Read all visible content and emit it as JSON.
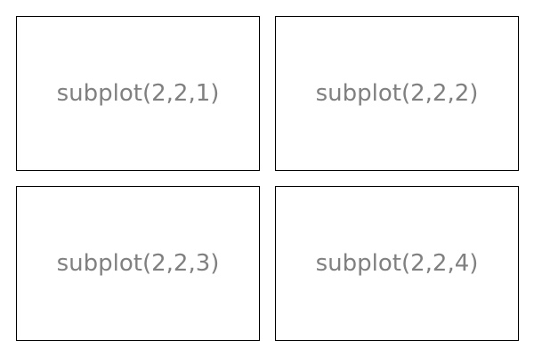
{
  "figure": {
    "background": "#ffffff",
    "panels": [
      {
        "label": "subplot(2,2,1)"
      },
      {
        "label": "subplot(2,2,2)"
      },
      {
        "label": "subplot(2,2,3)"
      },
      {
        "label": "subplot(2,2,4)"
      }
    ]
  },
  "colors": {
    "border": "#000000",
    "label_text": "#808080"
  }
}
